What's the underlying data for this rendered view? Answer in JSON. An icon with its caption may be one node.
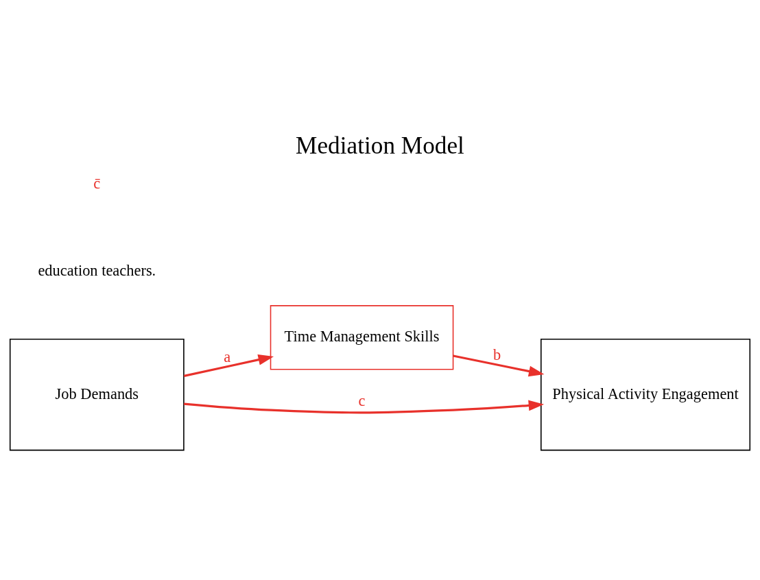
{
  "diagram": {
    "title": "Mediation Model",
    "nodes": [
      {
        "text": [
          "Job Demands"
        ]
      },
      {
        "text": [
          "Time Management Skills"
        ]
      },
      {
        "text": [
          "Physical Activity Engagement"
        ]
      }
    ],
    "edges": [
      {
        "from": 0,
        "to": 1,
        "arrow": "to",
        "label": "a"
      },
      {
        "from": 1,
        "to": 2,
        "arrow": "to",
        "label": "b"
      },
      {
        "from": 0,
        "to": 2,
        "arrow": "to",
        "label": "c"
      }
    ],
    "labels": [
      "education teachers.",
      "c̄"
    ]
  }
}
